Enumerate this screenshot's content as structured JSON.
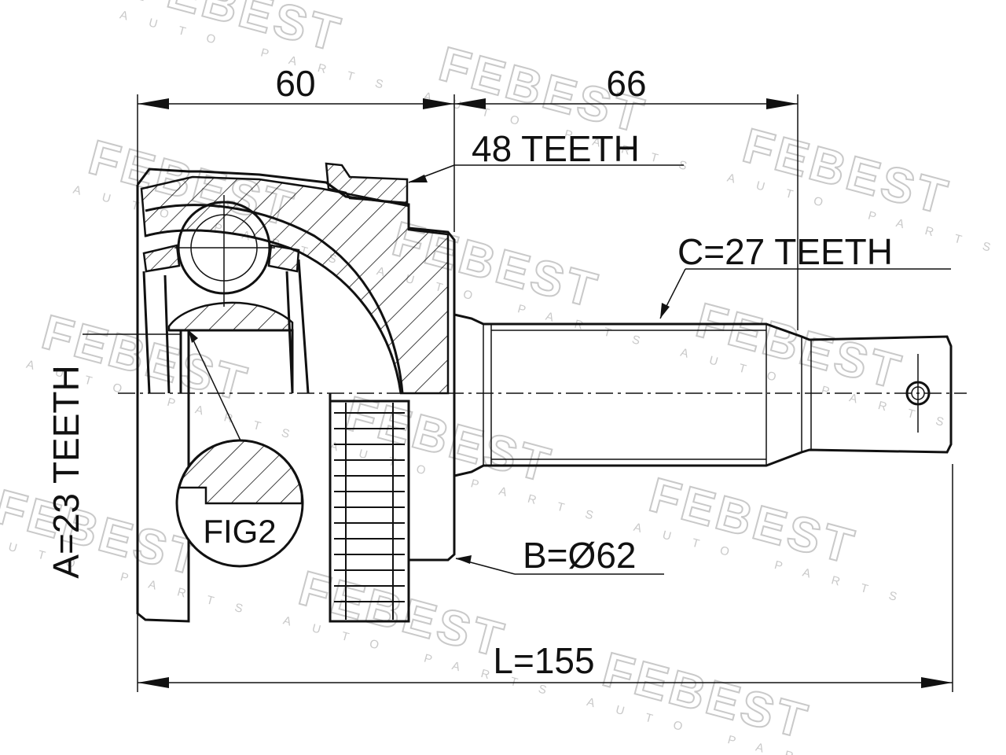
{
  "watermark": {
    "brand": "FEBEST",
    "tagline": "AUTO PARTS"
  },
  "dimensions": {
    "left_length": "60",
    "right_length": "66",
    "total_length": "L=155",
    "outer_teeth": "48 TEETH",
    "shaft_teeth": "C=27 TEETH",
    "inner_teeth": "A=23 TEETH",
    "abs_diameter": "B=Ø62"
  },
  "figure_label": "FIG2",
  "colors": {
    "line": "#111111",
    "watermark": "#c9c9c9"
  }
}
